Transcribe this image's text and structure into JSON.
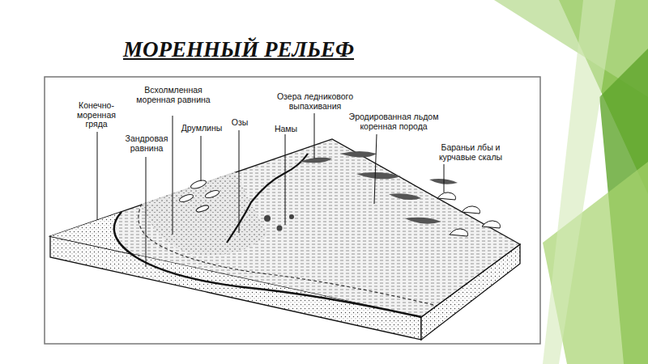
{
  "diagram": {
    "title": "МОРЕННЫЙ РЕЛЬЕФ",
    "labels": [
      "Конечно-моренная гряда",
      "Всхолмленная моренная равнина",
      "Зандровая равнина",
      "Друмлины",
      "Озы",
      "Озера ледникового выпахивания",
      "Намы",
      "Эродированная льдом коренная порода",
      "Бараньи лбы и курчавые скалы"
    ]
  }
}
